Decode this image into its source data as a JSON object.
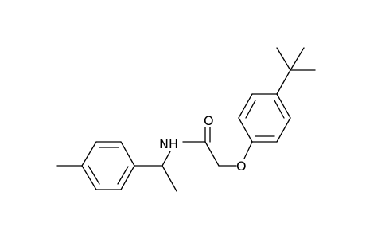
{
  "molecule": {
    "atom_labels": {
      "nitrogen": "NH",
      "carbonyl_oxygen": "O",
      "ether_oxygen": "O"
    },
    "colors": {
      "background": "#ffffff",
      "bond": "#000000",
      "label": "#000000"
    }
  }
}
